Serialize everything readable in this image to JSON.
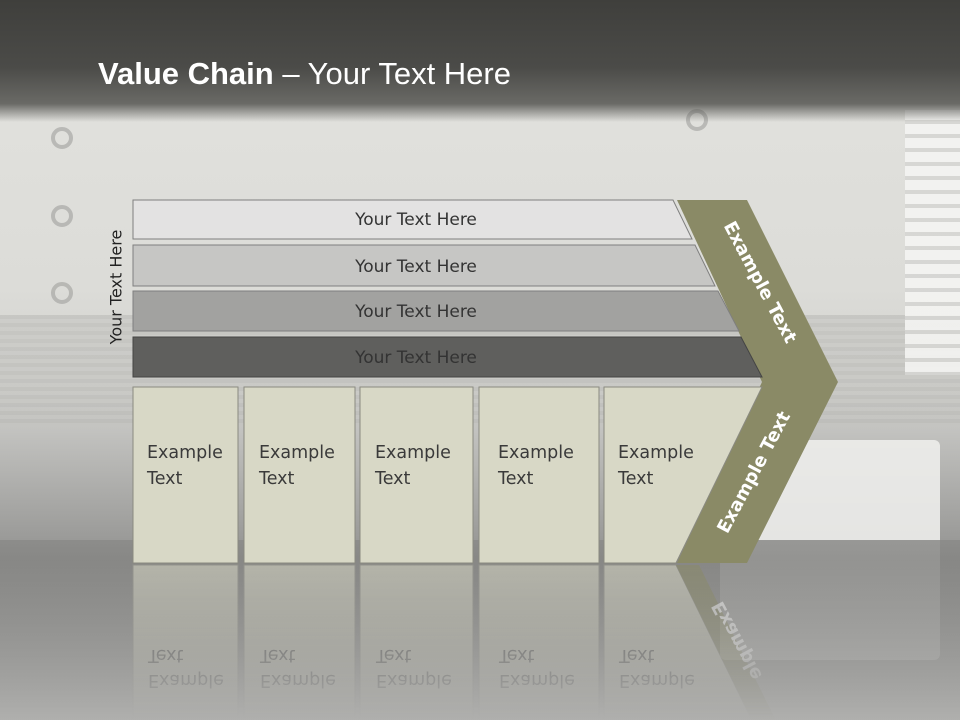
{
  "title": {
    "bold": "Value Chain",
    "rest": " – Your Text Here"
  },
  "side_label": "Your Text Here",
  "bars": [
    {
      "label": "Your Text Here"
    },
    {
      "label": "Your Text Here"
    },
    {
      "label": "Your Text Here"
    },
    {
      "label": "Your Text Here"
    }
  ],
  "cells": [
    {
      "line1": "Example",
      "line2": "Text"
    },
    {
      "line1": "Example",
      "line2": "Text"
    },
    {
      "line1": "Example",
      "line2": "Text"
    },
    {
      "line1": "Example",
      "line2": "Text"
    },
    {
      "line1": "Example",
      "line2": "Text"
    }
  ],
  "arrow": {
    "upper": "Example Text",
    "lower": "Example Text"
  },
  "colors": {
    "bar1": "#e3e2e2",
    "bar2": "#c6c6c4",
    "bar3": "#a2a2a0",
    "bar4": "#5f5f5d",
    "cell": "#d8d8c6",
    "arrow": "#8a8a66"
  }
}
